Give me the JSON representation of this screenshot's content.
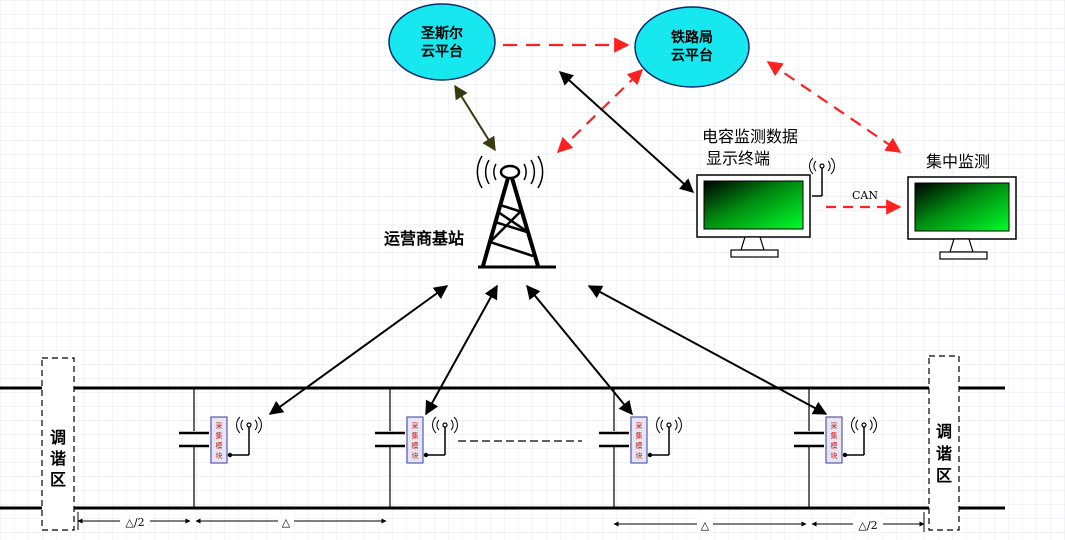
{
  "clouds": {
    "saintsnow": {
      "line1": "圣斯尔",
      "line2": "云平台"
    },
    "railway": {
      "line1": "铁路局",
      "line2": "云平台"
    }
  },
  "tower": {
    "label": "运营商基站"
  },
  "terminal": {
    "line1": "电容监测数据",
    "line2": "显示终端"
  },
  "central": {
    "label": "集中监测"
  },
  "can_link": {
    "label": "CAN"
  },
  "zones": {
    "left": {
      "chars": [
        "调",
        "谐",
        "区"
      ]
    },
    "right": {
      "chars": [
        "调",
        "谐",
        "区"
      ]
    }
  },
  "module": {
    "chars": [
      "采",
      "集",
      "模",
      "块"
    ]
  },
  "dimensions": {
    "half_left": "△/2",
    "full_left": "△",
    "full_right": "△",
    "half_right": "△/2"
  },
  "colors": {
    "cloud_fill": "#17e8f0",
    "cloud_stroke": "#0b2b6b",
    "red_link": "#ff2020",
    "olive_link": "#3a3a10",
    "screen_green": "#00ff2a",
    "module_text": "#d01010",
    "module_fill": "#e6e6f2",
    "module_stroke": "#3a3aa0"
  }
}
